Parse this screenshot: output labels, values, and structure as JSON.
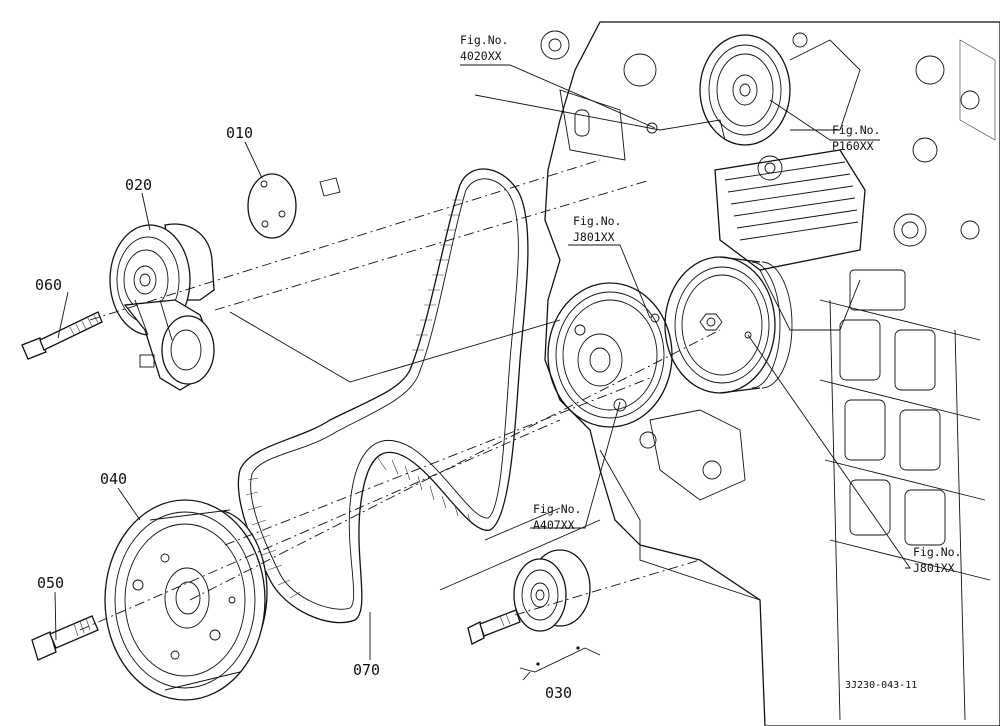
{
  "parts": {
    "p010": "010",
    "p020": "020",
    "p030": "030",
    "p040": "040",
    "p050": "050",
    "p060": "060",
    "p070": "070"
  },
  "figure_refs": {
    "f4020_a": "Fig.No.",
    "f4020_b": "4020XX",
    "fP160_a": "Fig.No.",
    "fP160_b": "P160XX",
    "fJ801_top_a": "Fig.No.",
    "fJ801_top_b": "J801XX",
    "fA407_a": "Fig.No.",
    "fA407_b": "A407XX",
    "fJ801_bot_a": "Fig.No.",
    "fJ801_bot_b": "J801XX"
  },
  "drawing_number": "3J230-043-11"
}
